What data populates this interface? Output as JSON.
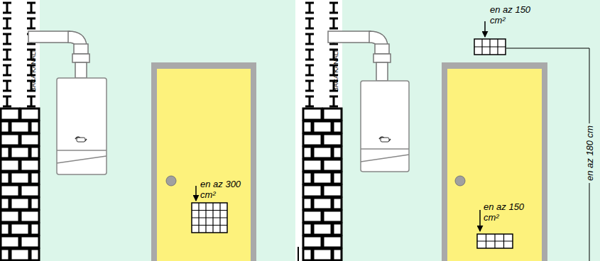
{
  "diagram": {
    "labels": [
      "BACA KANALI",
      "en az 300 cm²",
      "BACA KANALI",
      "en az 150 cm²",
      "en az 150 cm²",
      "en az 180 cm"
    ]
  }
}
